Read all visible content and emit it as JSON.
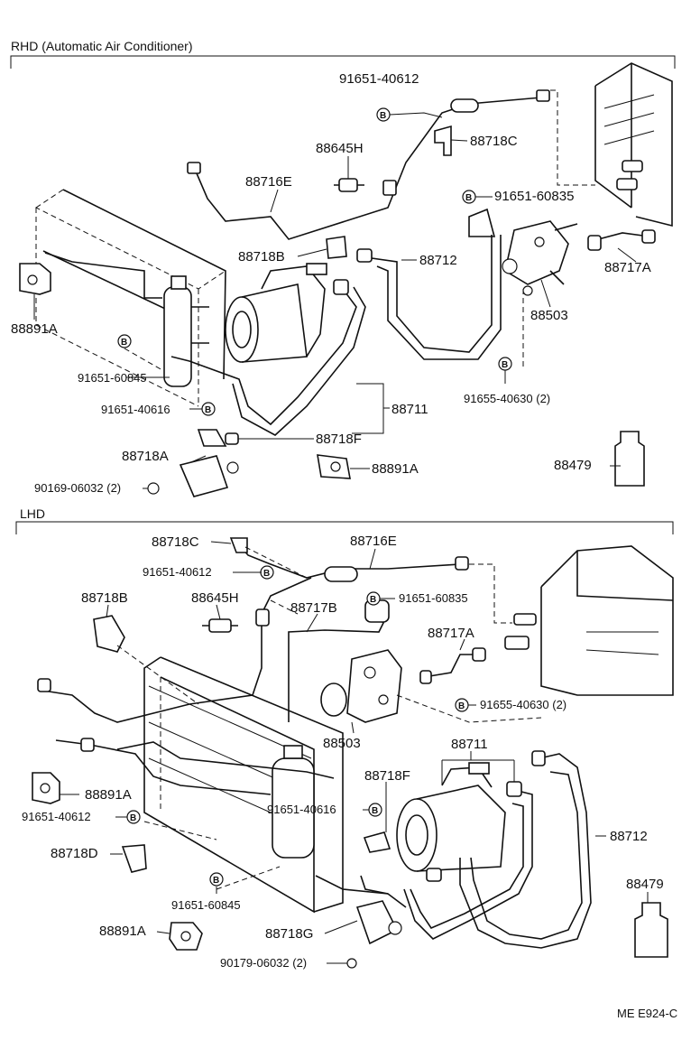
{
  "sections": {
    "rhd_title": "RHD (Automatic Air Conditioner)",
    "lhd_title": "LHD"
  },
  "bolt_symbol": "B",
  "rhd_labels": {
    "p91651_40612": "91651-40612",
    "p88718C": "88718C",
    "p88645H": "88645H",
    "p88716E": "88716E",
    "p91651_60835": "91651-60835",
    "p88718B": "88718B",
    "p88712": "88712",
    "p88717A": "88717A",
    "p88891A_left": "88891A",
    "p88503": "88503",
    "p91651_60845": "91651-60845",
    "p91655_40630": "91655-40630 (2)",
    "p91651_40616": "91651-40616",
    "p88711": "88711",
    "p88718F": "88718F",
    "p88718A": "88718A",
    "p88891A_bottom": "88891A",
    "p88479": "88479",
    "p90169_06032": "90169-06032 (2)"
  },
  "lhd_labels": {
    "p88718C": "88718C",
    "p88716E": "88716E",
    "p91651_40612_top": "91651-40612",
    "p88718B": "88718B",
    "p88645H": "88645H",
    "p88717B": "88717B",
    "p91651_60835": "91651-60835",
    "p88717A": "88717A",
    "p91655_40630": "91655-40630 (2)",
    "p88503": "88503",
    "p88711": "88711",
    "p88891A_mid": "88891A",
    "p88718F": "88718F",
    "p91651_40612_mid": "91651-40612",
    "p91651_40616": "91651-40616",
    "p88712": "88712",
    "p88718D": "88718D",
    "p88479": "88479",
    "p91651_60845": "91651-60845",
    "p88891A_bottom": "88891A",
    "p88718G": "88718G",
    "p90179_06032": "90179-06032 (2)"
  },
  "figure_code": "ME E924-C",
  "colors": {
    "line": "#111111",
    "background": "#ffffff"
  }
}
